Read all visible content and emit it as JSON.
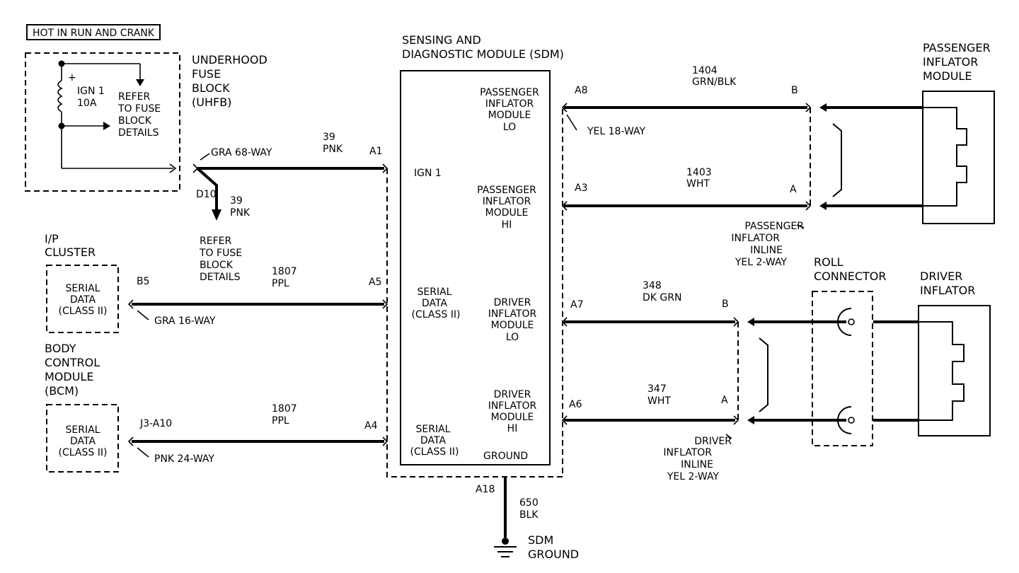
{
  "hot_label": "HOT IN RUN AND CRANK",
  "uhfb": {
    "title": [
      "UNDERHOOD",
      "FUSE",
      "BLOCK",
      "(UHFB)"
    ],
    "fuse_plus": "+",
    "fuse_name": "IGN 1",
    "fuse_rating": "10A",
    "refer": [
      "REFER",
      "TO FUSE",
      "BLOCK",
      "DETAILS"
    ],
    "connector": "GRA 68-WAY",
    "branch_pin": "D10",
    "branch_circuit": "39",
    "branch_color": "PNK",
    "branch_refer": [
      "REFER",
      "TO FUSE",
      "BLOCK",
      "DETAILS"
    ]
  },
  "wire_ign": {
    "circuit": "39",
    "color": "PNK",
    "sdm_pin": "A1"
  },
  "ip_cluster": {
    "title": [
      "I/P",
      "CLUSTER"
    ],
    "box": [
      "SERIAL",
      "DATA",
      "(CLASS II)"
    ],
    "pin": "B5",
    "connector": "GRA 16-WAY",
    "circuit": "1807",
    "color": "PPL",
    "sdm_pin": "A5"
  },
  "bcm": {
    "title": [
      "BODY",
      "CONTROL",
      "MODULE",
      "(BCM)"
    ],
    "box": [
      "SERIAL",
      "DATA",
      "(CLASS II)"
    ],
    "pin": "J3-A10",
    "connector": "PNK 24-WAY",
    "circuit": "1807",
    "color": "PPL",
    "sdm_pin": "A4"
  },
  "sdm": {
    "title": [
      "SENSING AND",
      "DIAGNOSTIC MODULE (SDM)"
    ],
    "ign": "IGN 1",
    "serial1": [
      "SERIAL",
      "DATA",
      "(CLASS II)"
    ],
    "serial2": [
      "SERIAL",
      "DATA",
      "(CLASS II)"
    ],
    "pass_lo": [
      "PASSENGER",
      "INFLATOR",
      "MODULE",
      "LO"
    ],
    "pass_hi": [
      "PASSENGER",
      "INFLATOR",
      "MODULE",
      "HI"
    ],
    "drv_lo": [
      "DRIVER",
      "INFLATOR",
      "MODULE",
      "LO"
    ],
    "drv_hi": [
      "DRIVER",
      "INFLATOR",
      "MODULE",
      "HI"
    ],
    "ground": "GROUND",
    "connector_right": "YEL 18-WAY",
    "ground_pin": "A18",
    "ground_circuit": "650",
    "ground_color": "BLK",
    "ground_label": [
      "SDM",
      "GROUND"
    ]
  },
  "passenger": {
    "title": [
      "PASSENGER",
      "INFLATOR",
      "MODULE"
    ],
    "lo_pin": "A8",
    "lo_circuit": "1404",
    "lo_color": "GRN/BLK",
    "lo_inline_pin": "B",
    "hi_pin": "A3",
    "hi_circuit": "1403",
    "hi_color": "WHT",
    "hi_inline_pin": "A",
    "inline": [
      "PASSENGER",
      "INFLATOR",
      "INLINE",
      "YEL 2-WAY"
    ]
  },
  "driver": {
    "title": [
      "DRIVER",
      "INFLATOR"
    ],
    "roll": [
      "ROLL",
      "CONNECTOR"
    ],
    "lo_pin": "A7",
    "lo_circuit": "348",
    "lo_color": "DK GRN",
    "lo_inline_pin": "B",
    "hi_pin": "A6",
    "hi_circuit": "347",
    "hi_color": "WHT",
    "hi_inline_pin": "A",
    "inline": [
      "DRIVER",
      "INFLATOR",
      "INLINE",
      "YEL 2-WAY"
    ]
  }
}
